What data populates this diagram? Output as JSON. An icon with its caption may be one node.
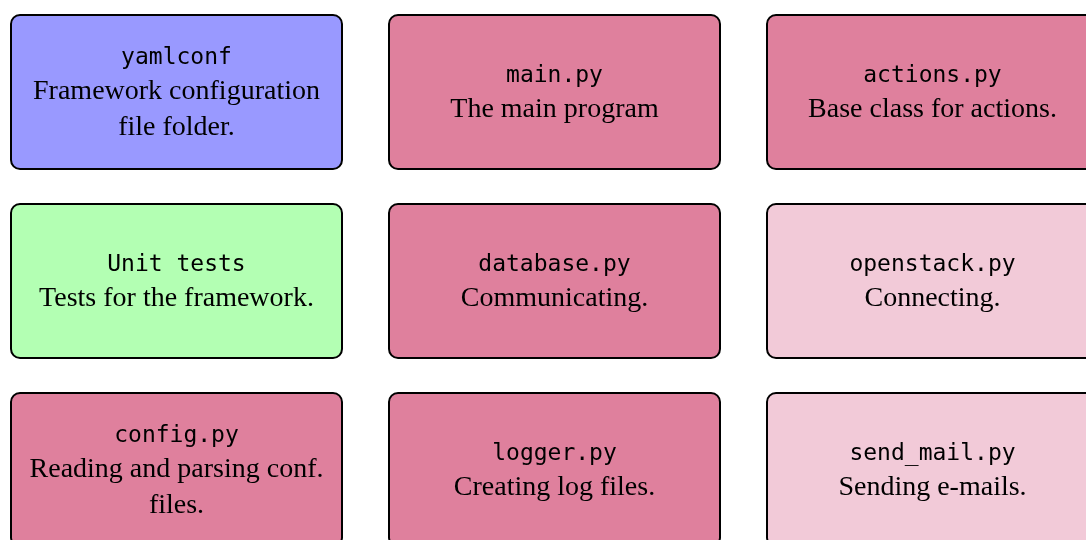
{
  "diagram": {
    "nodes": [
      {
        "text": [
          "yamlconf",
          "Framework configuration file folder."
        ]
      },
      {
        "text": [
          "main.py",
          "The main program"
        ]
      },
      {
        "text": [
          "actions.py",
          "Base class for actions."
        ]
      },
      {
        "text": [
          "Unit tests",
          "Tests for the framework."
        ]
      },
      {
        "text": [
          "database.py",
          "Communicating."
        ]
      },
      {
        "text": [
          "openstack.py",
          "Connecting."
        ]
      },
      {
        "text": [
          "config.py",
          "Reading and parsing conf. files."
        ]
      },
      {
        "text": [
          "logger.py",
          "Creating log files."
        ]
      },
      {
        "text": [
          "send_mail.py",
          "Sending e-mails."
        ]
      }
    ]
  }
}
